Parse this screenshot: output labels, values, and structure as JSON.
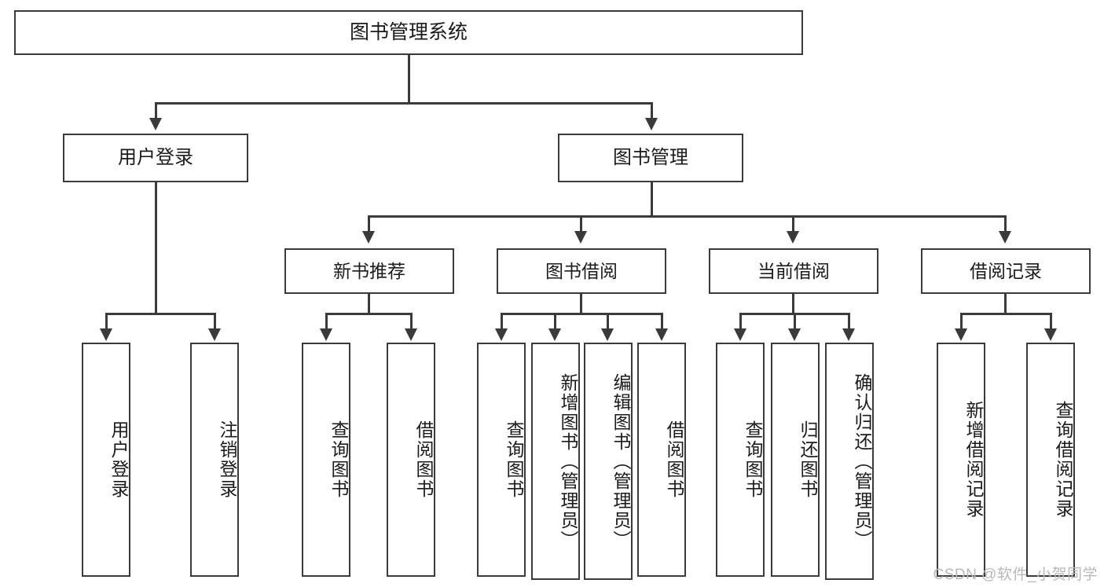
{
  "diagram": {
    "title": "图书管理系统",
    "type": "tree-hierarchy",
    "root": {
      "label": "图书管理系统"
    },
    "level2": [
      {
        "id": "user-login",
        "label": "用户登录"
      },
      {
        "id": "book-manage",
        "label": "图书管理"
      }
    ],
    "level3": [
      {
        "id": "new-book-rec",
        "label": "新书推荐",
        "parent": "book-manage"
      },
      {
        "id": "book-borrow",
        "label": "图书借阅",
        "parent": "book-manage"
      },
      {
        "id": "current-borrow",
        "label": "当前借阅",
        "parent": "book-manage"
      },
      {
        "id": "borrow-record",
        "label": "借阅记录",
        "parent": "book-manage"
      }
    ],
    "leaves": {
      "user_login": [
        {
          "id": "leaf-user-login",
          "label": "用户登录"
        },
        {
          "id": "leaf-logout",
          "label": "注销登录"
        }
      ],
      "new_book_rec": [
        {
          "id": "leaf-query-book-1",
          "label": "查询图书"
        },
        {
          "id": "leaf-borrow-book-1",
          "label": "借阅图书"
        }
      ],
      "book_borrow": [
        {
          "id": "leaf-query-book-2",
          "label": "查询图书"
        },
        {
          "id": "leaf-add-book",
          "label": "新增图书（管理员）"
        },
        {
          "id": "leaf-edit-book",
          "label": "编辑图书（管理员）"
        },
        {
          "id": "leaf-borrow-book-2",
          "label": "借阅图书"
        }
      ],
      "current_borrow": [
        {
          "id": "leaf-query-book-3",
          "label": "查询图书"
        },
        {
          "id": "leaf-return-book",
          "label": "归还图书"
        },
        {
          "id": "leaf-confirm-return",
          "label": "确认归还（管理员）"
        }
      ],
      "borrow_record": [
        {
          "id": "leaf-add-record",
          "label": "新增借阅记录"
        },
        {
          "id": "leaf-query-record",
          "label": "查询借阅记录"
        }
      ]
    }
  },
  "watermark": {
    "text": "CSDN @软件_小贺同学"
  },
  "colors": {
    "stroke": "#3a3a3a",
    "background": "#ffffff",
    "text": "#1b1b1b",
    "watermark": "#b9b9b9"
  }
}
